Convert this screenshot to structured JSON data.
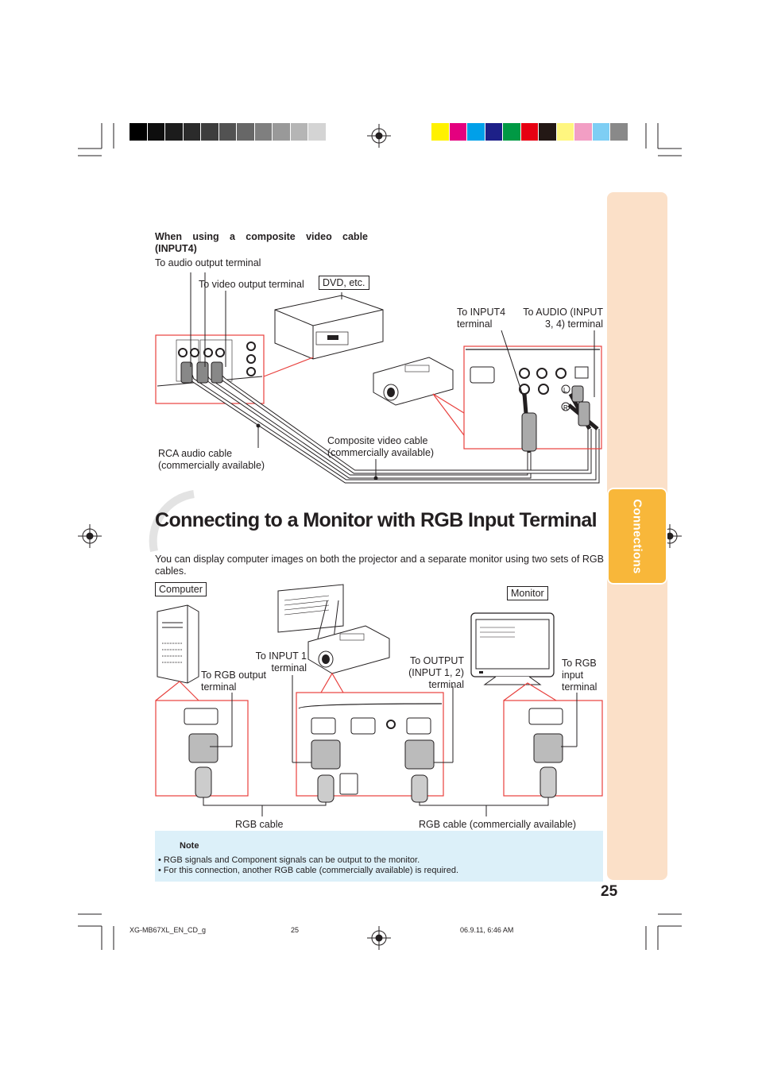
{
  "colors": {
    "accent_red": "#e8403d",
    "tab_orange": "#f8b73a",
    "tab_peach": "#fbe0c8",
    "note_blue": "#dcf0f9",
    "dark_swatches": [
      "#000000",
      "#0e0e0e",
      "#1c1c1c",
      "#2b2b2b",
      "#3d3d3d",
      "#525252",
      "#676767",
      "#7f7f7f",
      "#999999",
      "#b5b5b5",
      "#d4d4d4",
      "#ffffff"
    ],
    "color_swatches": [
      "#fff100",
      "#e4007f",
      "#00a0e9",
      "#1d2088",
      "#009944",
      "#e60012",
      "#231815",
      "#fff67f",
      "#f29ec4",
      "#7ecef4",
      "#898989"
    ]
  },
  "side_tab": {
    "label": "Connections"
  },
  "composite": {
    "heading": "When using a composite video cable (INPUT4)",
    "label_audio_output": "To audio output terminal",
    "label_video_output": "To video output terminal",
    "label_dvd": "DVD, etc.",
    "label_input4": "To INPUT4 terminal",
    "label_audio_input": "To AUDIO (INPUT 3, 4) terminal",
    "label_rca_cable": "RCA audio cable (commercially available)",
    "label_composite_cable": "Composite video cable (commercially available)"
  },
  "section": {
    "title": "Connecting to a Monitor with RGB Input Terminal",
    "intro": "You can display computer images on both the projector and a separate monitor using two sets of RGB cables."
  },
  "rgb": {
    "label_computer": "Computer",
    "label_monitor": "Monitor",
    "label_rgb_output": "To RGB output terminal",
    "label_input1": "To INPUT 1 terminal",
    "label_output": "To OUTPUT (INPUT 1, 2) terminal",
    "label_rgb_input": "To RGB input terminal",
    "label_rgb_cable": "RGB cable",
    "label_rgb_cable_commercial": "RGB cable (commercially available)"
  },
  "note": {
    "title": "Note",
    "items": [
      "• RGB signals and Component signals can be output to the monitor.",
      "• For this connection, another RGB cable (commercially available) is required."
    ]
  },
  "page_number": "25",
  "footer": {
    "file": "XG-MB67XL_EN_CD_g",
    "page": "25",
    "date": "06.9.11, 6:46 AM"
  }
}
